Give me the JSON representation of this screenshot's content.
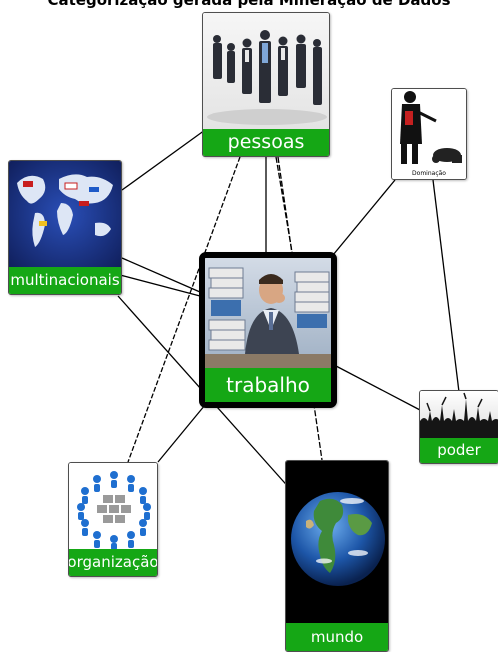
{
  "title": "Categorização gerada pela Mineração de Dados",
  "colors": {
    "label_bg": "#15a715",
    "label_text": "#ffffff",
    "edge": "#000000"
  },
  "nodes": {
    "pessoas": {
      "label": "pessoas",
      "image": "business-people-walking"
    },
    "dominacao": {
      "label": "Dominação",
      "image": "person-pointing-at-kneeling-person"
    },
    "multinacionais": {
      "label": "multinacionais",
      "image": "world-map-with-logos"
    },
    "trabalho": {
      "label": "trabalho",
      "image": "stressed-man-with-files"
    },
    "poder": {
      "label": "poder",
      "image": "crowd-silhouette"
    },
    "organizacao": {
      "label": "organização",
      "image": "people-circle-network"
    },
    "mundo": {
      "label": "mundo",
      "image": "earth-globe"
    }
  }
}
